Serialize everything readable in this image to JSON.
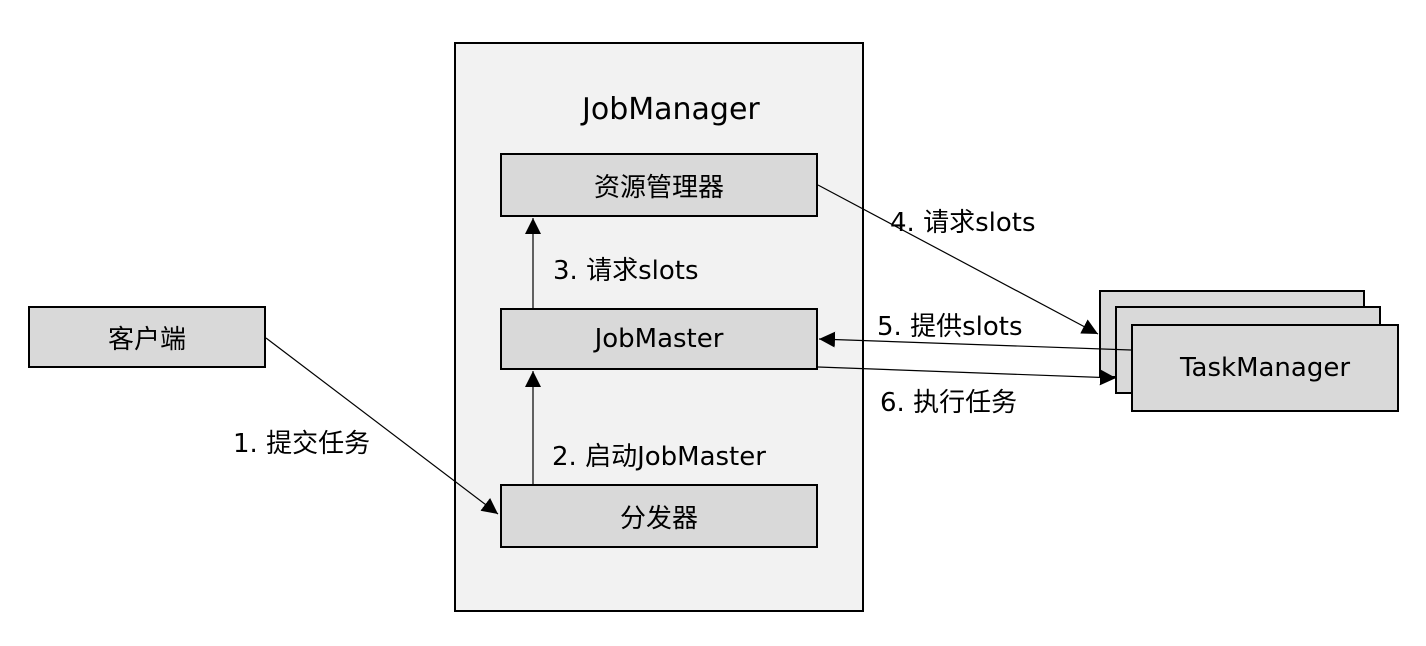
{
  "diagram": {
    "container": {
      "title": "JobManager"
    },
    "nodes": {
      "client": "客户端",
      "resource_manager": "资源管理器",
      "job_master": "JobMaster",
      "dispatcher": "分发器",
      "task_manager": "TaskManager"
    },
    "edges": [
      {
        "id": "submit",
        "from": "客户端",
        "to": "分发器",
        "label": "1. 提交任务"
      },
      {
        "id": "start",
        "from": "分发器",
        "to": "JobMaster",
        "label": "2. 启动JobMaster"
      },
      {
        "id": "request-jm",
        "from": "JobMaster",
        "to": "资源管理器",
        "label": "3. 请求slots"
      },
      {
        "id": "request-tm",
        "from": "资源管理器",
        "to": "TaskManager",
        "label": "4. 请求slots"
      },
      {
        "id": "offer",
        "from": "TaskManager",
        "to": "JobMaster",
        "label": "5. 提供slots"
      },
      {
        "id": "execute",
        "from": "JobMaster",
        "to": "TaskManager",
        "label": "6. 执行任务"
      }
    ]
  }
}
